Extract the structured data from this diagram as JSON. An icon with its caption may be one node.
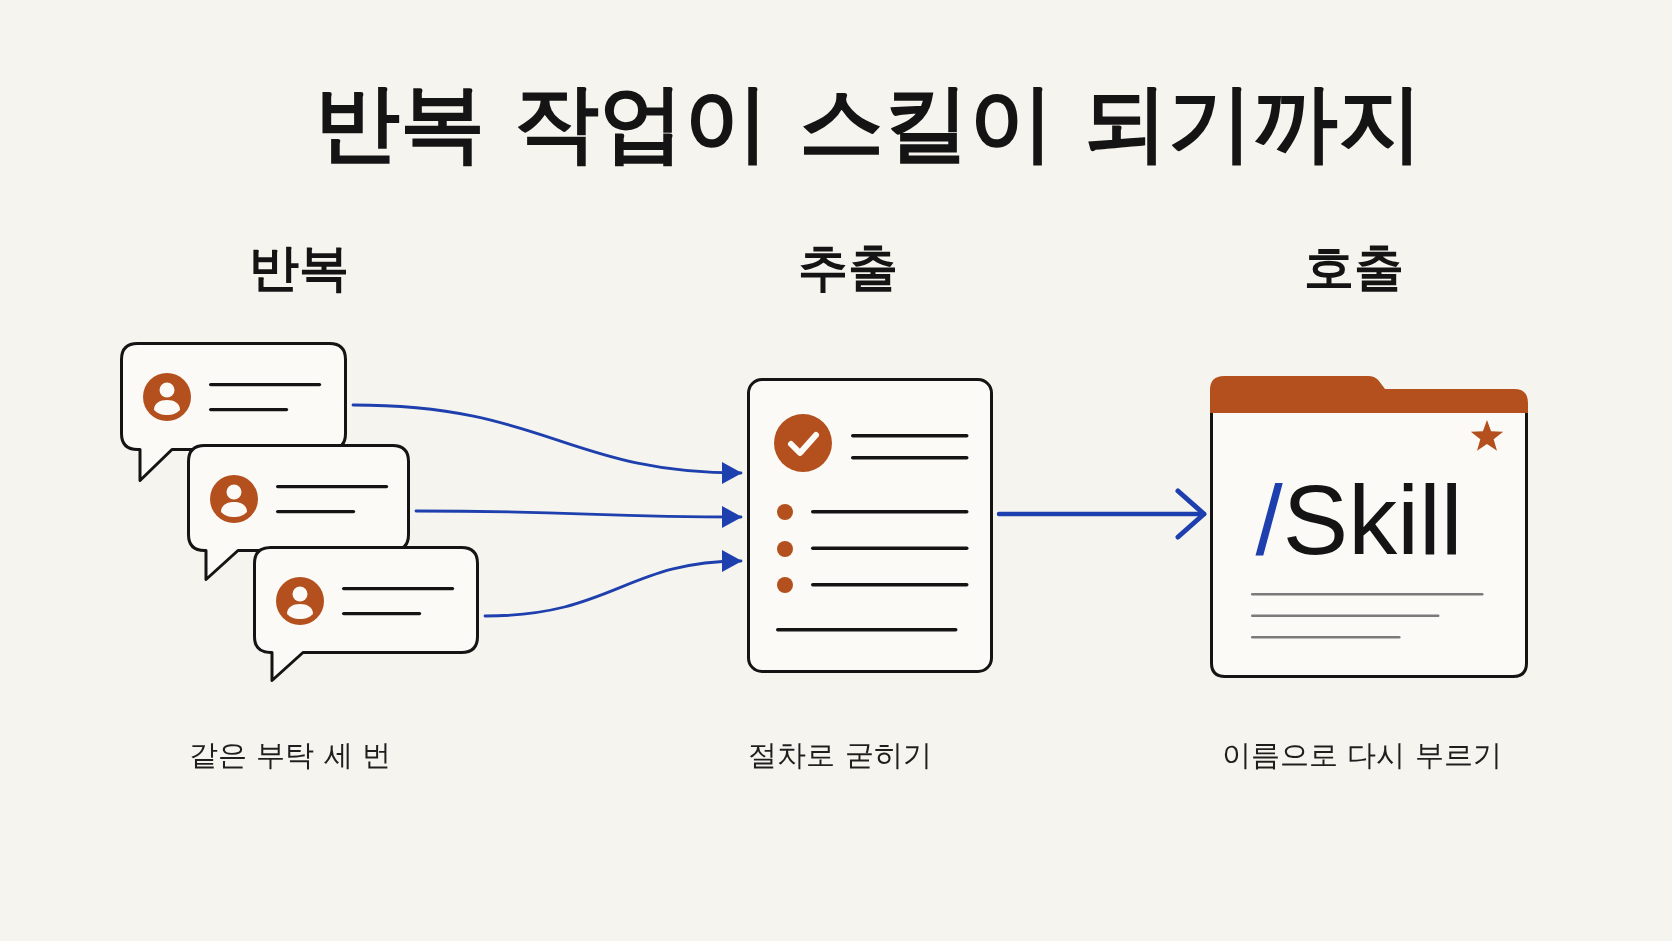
{
  "diagram": {
    "title": "반복 작업이 스킬이 되기까지",
    "nodes": [
      {
        "text": [],
        "shape": "bubble"
      },
      {
        "text": [],
        "shape": "bubble"
      },
      {
        "text": [],
        "shape": "bubble"
      },
      {
        "text": [
          "추출"
        ],
        "beside": [
          "절차로 굳히기"
        ]
      },
      {
        "text": [
          "호출",
          "/Skill"
        ],
        "beside": [
          "이름으로 다시 부르기"
        ]
      }
    ],
    "edges": [
      {
        "from": 0,
        "to": 3,
        "arrow": "to"
      },
      {
        "from": 1,
        "to": 3,
        "arrow": "to"
      },
      {
        "from": 2,
        "to": 3,
        "arrow": "to"
      },
      {
        "from": 3,
        "to": 4,
        "arrow": "to"
      }
    ],
    "labels": [
      "반복",
      "같은 부탁 세 번"
    ]
  }
}
